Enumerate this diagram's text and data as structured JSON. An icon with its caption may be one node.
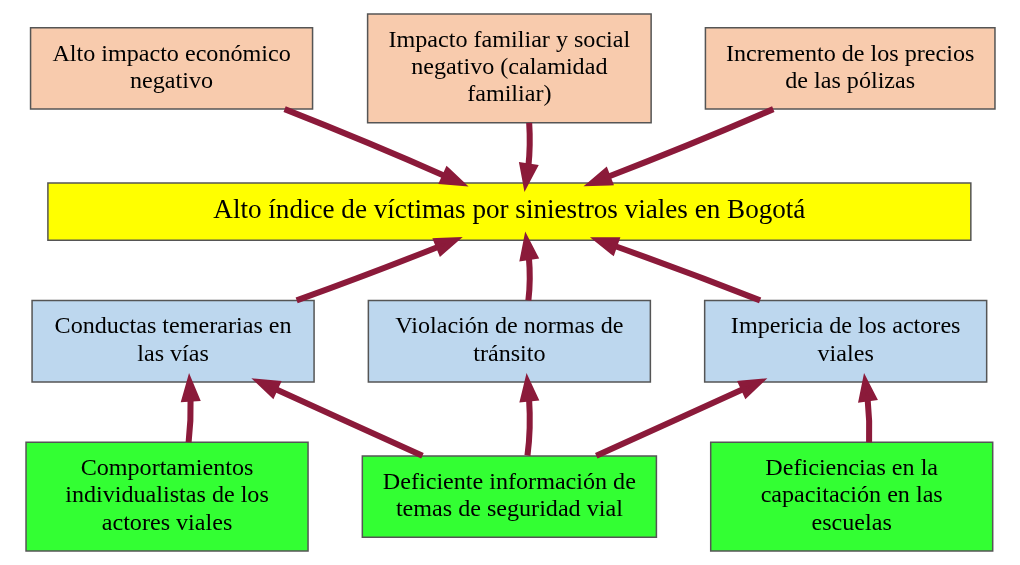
{
  "diagram": {
    "nodes": [
      {
        "text": [
          "Alto impacto económico negativo"
        ]
      },
      {
        "text": [
          "Impacto familiar y social negativo (calamidad familiar)"
        ]
      },
      {
        "text": [
          "Incremento de los precios de las pólizas"
        ]
      },
      {
        "text": [
          "Alto índice de víctimas por siniestros viales en Bogotá"
        ]
      },
      {
        "text": [
          "Conductas temerarias en las vías"
        ]
      },
      {
        "text": [
          "Violación de normas de tránsito"
        ]
      },
      {
        "text": [
          "Impericia de los actores viales"
        ]
      },
      {
        "text": [
          "Comportamientos individualistas de los actores viales"
        ]
      },
      {
        "text": [
          "Deficiente información de temas de seguridad vial"
        ]
      },
      {
        "text": [
          "Deficiencias en la capacitación en las escuelas"
        ]
      }
    ],
    "edges": [
      {
        "from": 0,
        "to": 3,
        "arrow": "to"
      },
      {
        "from": 1,
        "to": 3,
        "arrow": "to"
      },
      {
        "from": 2,
        "to": 3,
        "arrow": "to"
      },
      {
        "from": 4,
        "to": 3,
        "arrow": "to"
      },
      {
        "from": 5,
        "to": 3,
        "arrow": "to"
      },
      {
        "from": 6,
        "to": 3,
        "arrow": "to"
      },
      {
        "from": 7,
        "to": 4,
        "arrow": "to"
      },
      {
        "from": 8,
        "to": 4,
        "arrow": "to"
      },
      {
        "from": 8,
        "to": 5,
        "arrow": "to"
      },
      {
        "from": 8,
        "to": 6,
        "arrow": "to"
      },
      {
        "from": 9,
        "to": 6,
        "arrow": "to"
      }
    ]
  }
}
